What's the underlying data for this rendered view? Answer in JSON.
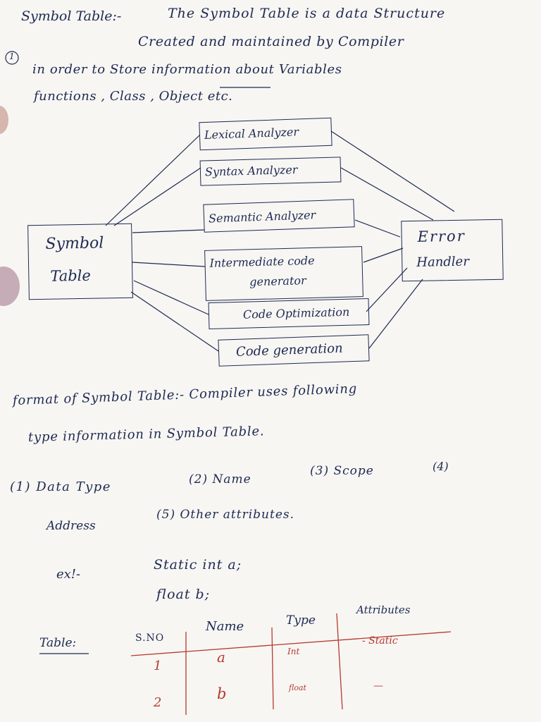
{
  "intro": {
    "heading": "Symbol Table:-",
    "line1": "The Symbol Table is a data Structure",
    "line2": "Created and maintained by Compiler",
    "line3": "in order to Store information about Variables",
    "line4": "functions , Class , Object etc.",
    "marker": "1"
  },
  "diagram": {
    "symbol_table": [
      "Symbol",
      "Table"
    ],
    "error_handler": [
      "Error",
      "Handler"
    ],
    "phases": [
      "Lexical Analyzer",
      "Syntax Analyzer",
      "Semantic Analyzer",
      "Intermediate code",
      "generator",
      "Code Optimization",
      "Code generation"
    ]
  },
  "format": {
    "line1": "format of Symbol Table:- Compiler uses following",
    "line2": "type information in Symbol Table.",
    "item1": "(1) Data Type",
    "item2": "(2) Name",
    "item3": "(3) Scope",
    "item4": "(4)",
    "item4_cont": "Address",
    "item5": "(5) Other attributes."
  },
  "example": {
    "label": "ex!-",
    "code1": "Static int a;",
    "code2": "float b;"
  },
  "table": {
    "label": "Table:",
    "headers": [
      "S.NO",
      "Name",
      "Type",
      "Attributes"
    ],
    "rows": [
      [
        "1",
        "a",
        "Int",
        "- Static"
      ],
      [
        "2",
        "b",
        "float",
        "—"
      ]
    ]
  }
}
